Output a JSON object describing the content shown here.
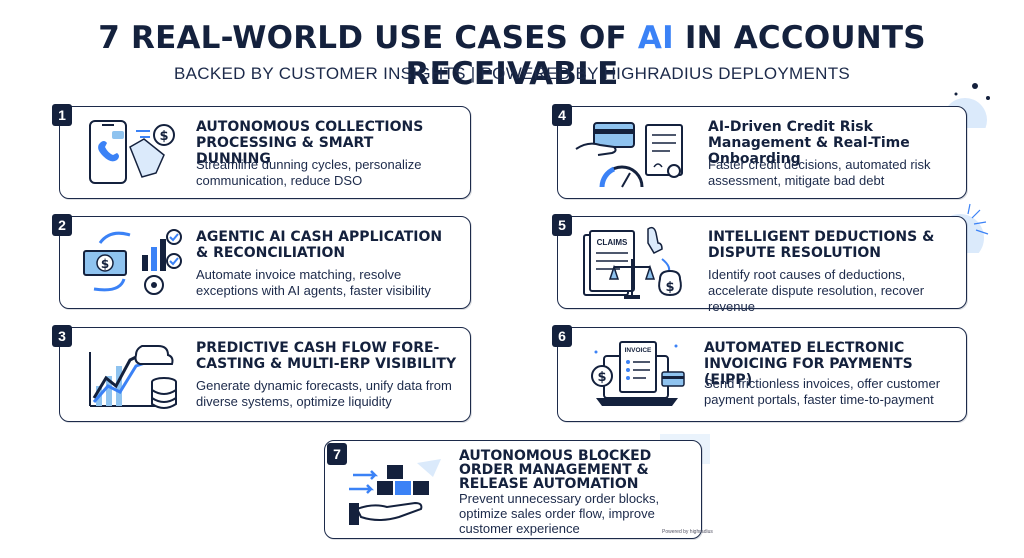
{
  "header": {
    "title_pre": "7 REAL-WORLD USE CASES OF ",
    "title_accent": "AI",
    "title_post": " IN ACCOUNTS RECEIVABLE",
    "subtitle": "BACKED BY CUSTOMER INSIGHTS | POWERED BY HIGHRADIUS DEPLOYMENTS"
  },
  "cards": [
    {
      "number": "1",
      "title": "AUTONOMOUS COLLECTIONS PROCESSING & SMART DUNNING",
      "desc": "Streamline dunning cycles, personalize communication, reduce DSO",
      "icon": "phone-collections-icon"
    },
    {
      "number": "2",
      "title": "AGENTIC AI CASH APPLICATION & RECONCILIATION",
      "desc": "Automate invoice matching, resolve exceptions with AI agents, faster visibility",
      "icon": "cash-application-icon"
    },
    {
      "number": "3",
      "title": "PREDICTIVE CASH FLOW FORE-CASTING & MULTI-ERP VISIBILITY",
      "desc": "Generate dynamic forecasts, unify data from diverse systems, optimize liquidity",
      "icon": "forecast-chart-icon"
    },
    {
      "number": "4",
      "title": "AI-Driven Credit Risk Management & Real-Time Onboarding",
      "desc": "Faster credit decisions, automated risk assessment, mitigate bad debt",
      "icon": "credit-risk-icon"
    },
    {
      "number": "5",
      "title": "INTELLIGENT DEDUCTIONS & DISPUTE RESOLUTION",
      "desc": "Identify root causes of deductions, accelerate dispute resolution, recover revenue",
      "icon": "claims-scale-icon",
      "icon_label": "CLAIMS"
    },
    {
      "number": "6",
      "title": "AUTOMATED ELECTRONIC INVOICING FOR PAYMENTS (EIPP)",
      "desc": "Send frictionless invoices, offer customer payment portals, faster time-to-payment",
      "icon": "invoice-laptop-icon",
      "icon_label": "INVOICE"
    },
    {
      "number": "7",
      "title": "AUTONOMOUS BLOCKED ORDER MANAGEMENT & RELEASE AUTOMATION",
      "desc": "Prevent unnecessary order blocks, optimize sales order flow, improve customer experience",
      "icon": "blocked-order-icon"
    }
  ],
  "footer": {
    "brand": "Powered by highradius"
  },
  "colors": {
    "navy": "#14213d",
    "accent": "#3b82f6",
    "light_blue": "#8fc3ef"
  }
}
